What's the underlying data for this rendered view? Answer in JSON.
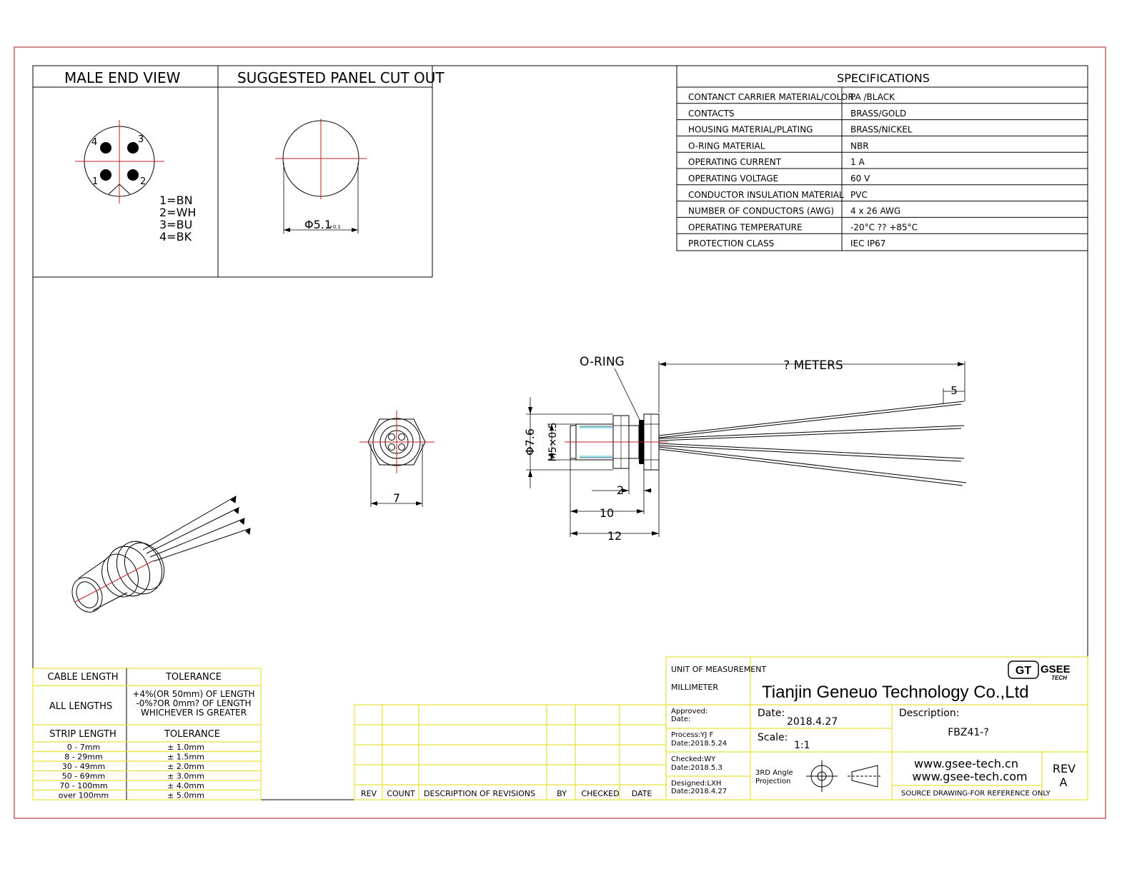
{
  "headers": {
    "male_end_view": "MALE END VIEW",
    "panel_cut_out": "SUGGESTED PANEL CUT OUT",
    "specifications": "SPECIFICATIONS"
  },
  "pins": {
    "numbers": [
      "1",
      "2",
      "3",
      "4"
    ],
    "legend": [
      "1=BN",
      "2=WH",
      "3=BU",
      "4=BK"
    ]
  },
  "panel_cutout": {
    "diameter": "Φ5.1",
    "tolerance": "+0.1"
  },
  "specifications": [
    {
      "label": "CONTANCT CARRIER MATERIAL/COLOR",
      "value": "PA /BLACK"
    },
    {
      "label": "CONTACTS",
      "value": "BRASS/GOLD"
    },
    {
      "label": "HOUSING MATERIAL/PLATING",
      "value": "BRASS/NICKEL"
    },
    {
      "label": "O-RING  MATERIAL",
      "value": "NBR"
    },
    {
      "label": "OPERATING CURRENT",
      "value": "1 A"
    },
    {
      "label": "OPERATING VOLTAGE",
      "value": "60 V"
    },
    {
      "label": "CONDUCTOR INSULATION MATERIAL",
      "value": "PVC"
    },
    {
      "label": "NUMBER OF CONDUCTORS (AWG)",
      "value": "4 x 26 AWG"
    },
    {
      "label": "OPERATING TEMPERATURE",
      "value": "-20°C ?? +85°C"
    },
    {
      "label": "PROTECTION CLASS",
      "value": "IEC  IP67"
    }
  ],
  "drawing": {
    "oring_label": "O-RING",
    "cable_length": "? METERS",
    "strip_dim": "5",
    "dia_outer": "Φ7.6",
    "thread": "M5×0.5",
    "dim_2": "2",
    "dim_10": "10",
    "dim_12": "12",
    "front_width": "7"
  },
  "tolerance_table": {
    "cable_length_header": "CABLE LENGTH",
    "tolerance_header": "TOLERANCE",
    "all_lengths": "ALL LENGTHS",
    "all_lengths_tol": [
      "+4%(OR 50mm) OF LENGTH",
      "-0%?OR 0mm? OF LENGTH",
      "WHICHEVER  IS  GREATER"
    ],
    "strip_length_header": "STRIP LENGTH",
    "strip_tolerance_header": "TOLERANCE",
    "rows": [
      {
        "range": "0 - 7mm",
        "tol": "± 1.0mm"
      },
      {
        "range": "8 - 29mm",
        "tol": "± 1.5mm"
      },
      {
        "range": "30 - 49mm",
        "tol": "± 2.0mm"
      },
      {
        "range": "50 - 69mm",
        "tol": "± 3.0mm"
      },
      {
        "range": "70 - 100mm",
        "tol": "± 4.0mm"
      },
      {
        "range": "over 100mm",
        "tol": "± 5.0mm"
      }
    ]
  },
  "revisions": {
    "headers": [
      "REV",
      "COUNT",
      "DESCRIPTION  OF  REVISIONS",
      "BY",
      "CHECKED",
      "DATE"
    ]
  },
  "title_block": {
    "unit_label": "UNIT OF MEASUREMENT",
    "unit_value": "MILLIMETER",
    "company": "Tianjin Geneuo Technology Co.,Ltd",
    "logo_gt": "GT",
    "logo_gsee": "GSEE",
    "logo_tech": "TECH",
    "approved": "Approved:",
    "approved_date": "Date:",
    "date_label": "Date:",
    "date_value": "2018.4.27",
    "description_label": "Description:",
    "description_value": "FBZ41-?",
    "process": "Process:YJ F",
    "process_date": "Date:2018.5.24",
    "scale_label": "Scale:",
    "scale_value": "1:1",
    "checked": "Checked:WY",
    "checked_date": "Date:2018.5.3",
    "projection_1": "3RD Angle",
    "projection_2": "Projection",
    "designed": "Designed:LXH",
    "designed_date": "Date:2018.4.27",
    "website_1": "www.gsee-tech.cn",
    "website_2": "www.gsee-tech.com",
    "rev_label": "REV",
    "rev_value": "A",
    "source_note": "SOURCE DRAWING-FOR REFERENCE ONLY"
  },
  "colors": {
    "frame_red": "#b04040",
    "table_yellow": "#e8e23a",
    "center_red": "#c02020",
    "highlight_cyan": "#9fe3f0"
  }
}
